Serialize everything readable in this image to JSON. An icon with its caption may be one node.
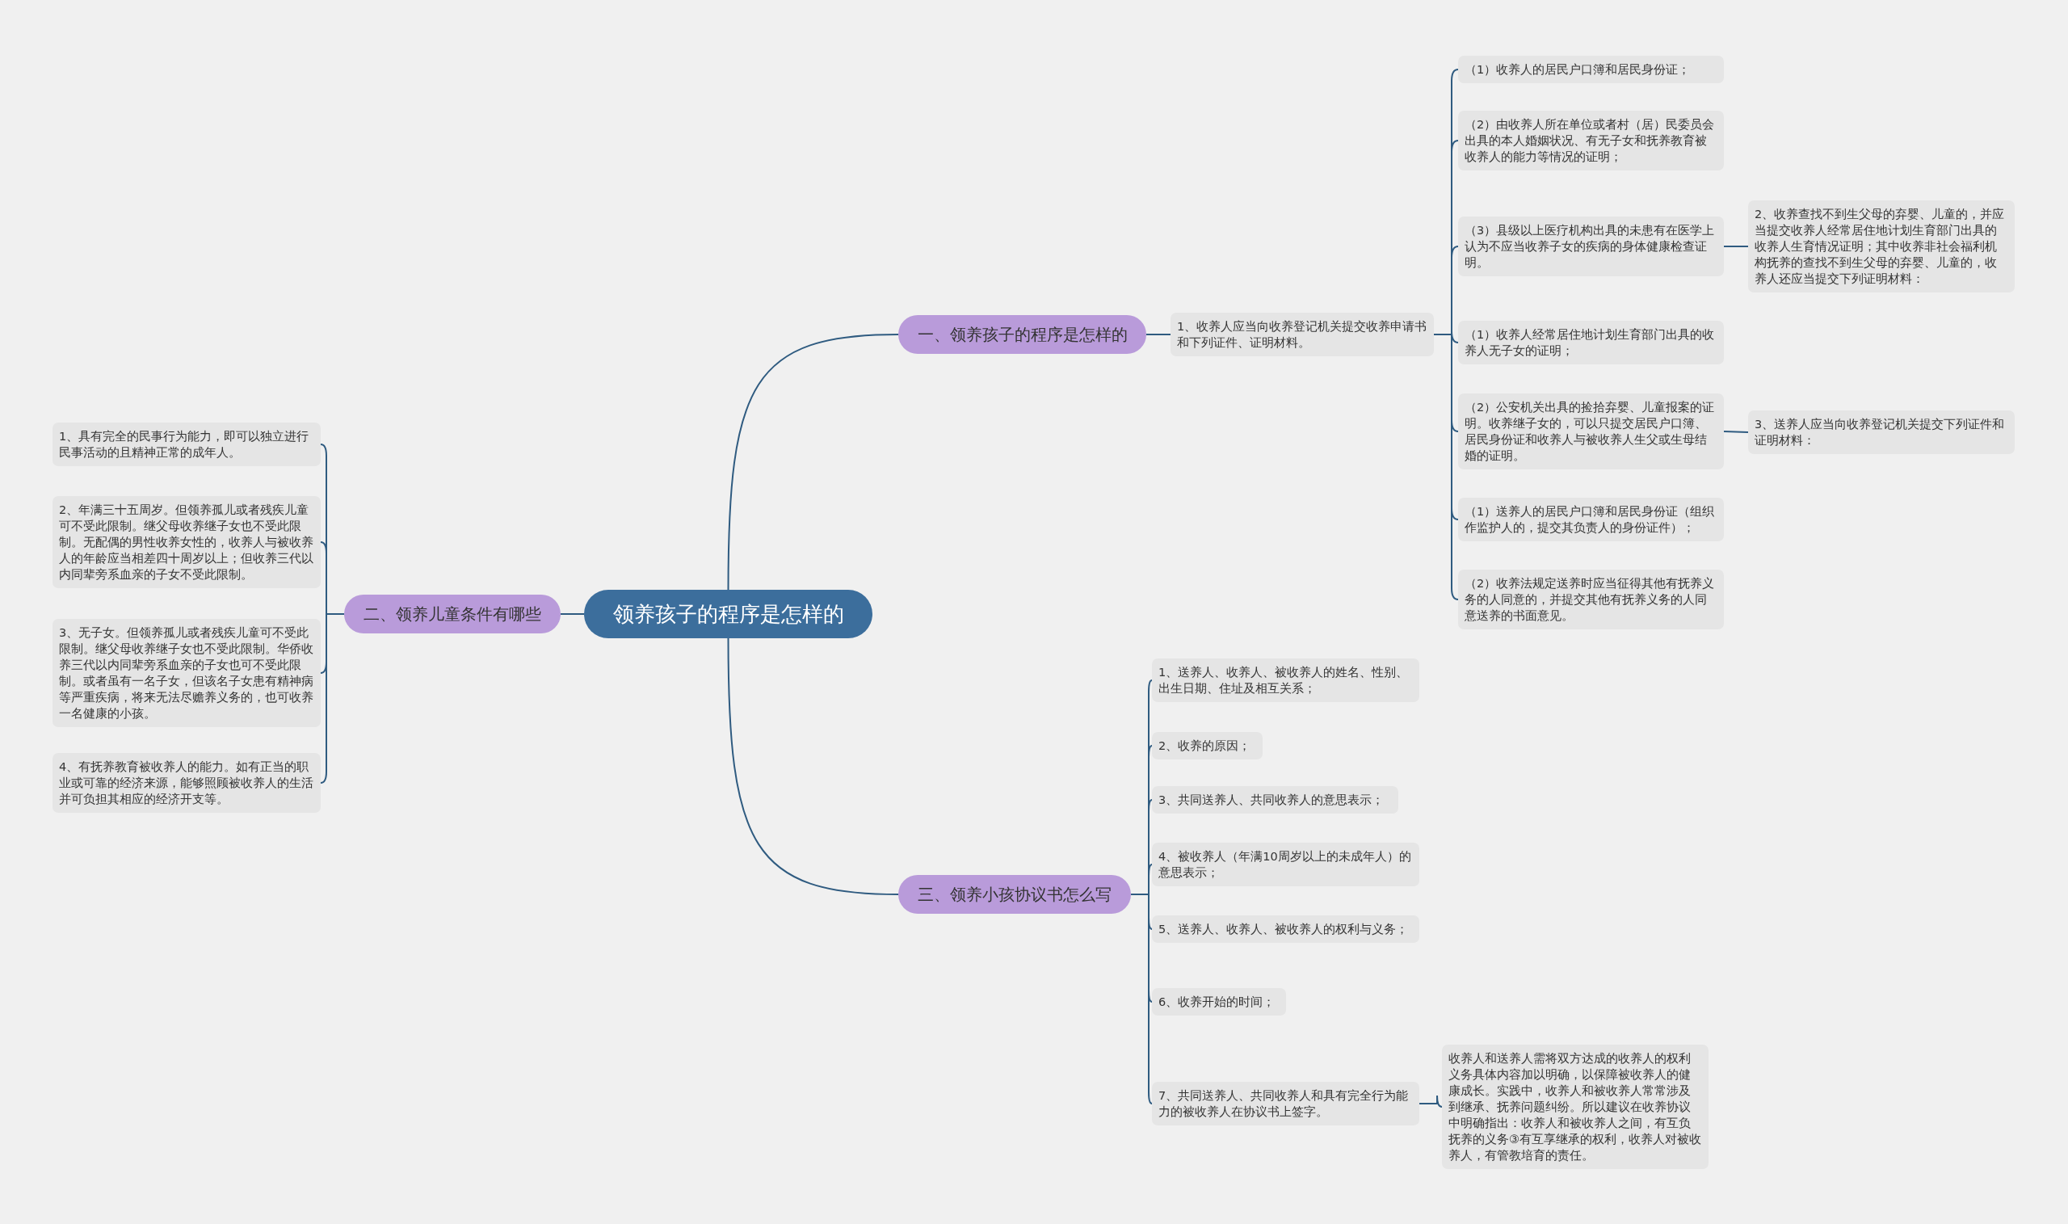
{
  "diagram": {
    "nodes": [
      {
        "text": [
          "领养孩子的程序是怎样的"
        ]
      },
      {
        "text": [
          "一、领养孩子的程序是怎样的"
        ]
      },
      {
        "text": [
          "1、收养人应当向收养登记机关提交收养申请书和下列证件、证明材料。"
        ]
      },
      {
        "text": [
          "（1）收养人的居民户口簿和居民身份证；"
        ]
      },
      {
        "text": [
          "（2）由收养人所在单位或者村（居）民委员会出具的本人婚姻状况、有无子女和抚养教育被收养人的能力等情况的证明；"
        ]
      },
      {
        "text": [
          "（3）县级以上医疗机构出具的未患有在医学上认为不应当收养子女的疾病的身体健康检查证明。"
        ]
      },
      {
        "text": [
          "（1）收养人经常居住地计划生育部门出具的收养人无子女的证明；"
        ]
      },
      {
        "text": [
          "（2）公安机关出具的捡拾弃婴、儿童报案的证明。收养继子女的，可以只提交居民户口簿、居民身份证和收养人与被收养人生父或生母结婚的证明。"
        ]
      },
      {
        "text": [
          "（1）送养人的居民户口簿和居民身份证（组织作监护人的，提交其负责人的身份证件）；"
        ]
      },
      {
        "text": [
          "（2）收养法规定送养时应当征得其他有抚养义务的人同意的，并提交其他有抚养义务的人同意送养的书面意见。"
        ]
      },
      {
        "text": [
          "2、收养查找不到生父母的弃婴、儿童的，并应当提交收养人经常居住地计划生育部门出具的收养人生育情况证明；其中收养非社会福利机构抚养的查找不到生父母的弃婴、儿童的，收养人还应当提交下列证明材料："
        ]
      },
      {
        "text": [
          "3、送养人应当向收养登记机关提交下列证件和证明材料："
        ]
      },
      {
        "text": [
          "二、领养儿童条件有哪些"
        ]
      },
      {
        "text": [
          "1、具有完全的民事行为能力，即可以独立进行民事活动的且精神正常的成年人。"
        ]
      },
      {
        "text": [
          "2、年满三十五周岁。但领养孤儿或者残疾儿童可不受此限制。继父母收养继子女也不受此限制。无配偶的男性收养女性的，收养人与被收养人的年龄应当相差四十周岁以上；但收养三代以内同辈旁系血亲的子女不受此限制。"
        ]
      },
      {
        "text": [
          "3、无子女。但领养孤儿或者残疾儿童可不受此限制。继父母收养继子女也不受此限制。华侨收养三代以内同辈旁系血亲的子女也可不受此限制。或者虽有一名子女，但该名子女患有精神病等严重疾病，将来无法尽赡养义务的，也可收养一名健康的小孩。"
        ]
      },
      {
        "text": [
          "4、有抚养教育被收养人的能力。如有正当的职业或可靠的经济来源，能够照顾被收养人的生活并可负担其相应的经济开支等。"
        ]
      },
      {
        "text": [
          "三、领养小孩协议书怎么写"
        ]
      },
      {
        "text": [
          "1、送养人、收养人、被收养人的姓名、性别、出生日期、住址及相互关系；"
        ]
      },
      {
        "text": [
          "2、收养的原因；"
        ]
      },
      {
        "text": [
          "3、共同送养人、共同收养人的意思表示；"
        ]
      },
      {
        "text": [
          "4、被收养人（年满10周岁以上的未成年人）的意思表示；"
        ]
      },
      {
        "text": [
          "5、送养人、收养人、被收养人的权利与义务；"
        ]
      },
      {
        "text": [
          "6、收养开始的时间；"
        ]
      },
      {
        "text": [
          "7、共同送养人、共同收养人和具有完全行为能力的被收养人在协议书上签字。"
        ]
      },
      {
        "text": [
          "收养人和送养人需将双方达成的收养人的权利义务具体内容加以明确，以保障被收养人的健康成长。实践中，收养人和被收养人常常涉及到继承、抚养问题纠纷。所以建议在收养协议中明确指出：收养人和被收养人之间，有互负抚养的义务③有互享继承的权利，收养人对被收养人，有管教培育的责任。"
        ]
      }
    ],
    "edges": [
      {
        "from": 0,
        "to": 1,
        "arrow": "none"
      },
      {
        "from": 0,
        "to": 12,
        "arrow": "none"
      },
      {
        "from": 0,
        "to": 17,
        "arrow": "none"
      },
      {
        "from": 1,
        "to": 2,
        "arrow": "none"
      },
      {
        "from": 2,
        "to": 3,
        "arrow": "none"
      },
      {
        "from": 2,
        "to": 4,
        "arrow": "none"
      },
      {
        "from": 2,
        "to": 5,
        "arrow": "none"
      },
      {
        "from": 2,
        "to": 6,
        "arrow": "none"
      },
      {
        "from": 2,
        "to": 7,
        "arrow": "none"
      },
      {
        "from": 2,
        "to": 8,
        "arrow": "none"
      },
      {
        "from": 2,
        "to": 9,
        "arrow": "none"
      },
      {
        "from": 5,
        "to": 10,
        "arrow": "none"
      },
      {
        "from": 7,
        "to": 11,
        "arrow": "none"
      },
      {
        "from": 12,
        "to": 13,
        "arrow": "none"
      },
      {
        "from": 12,
        "to": 14,
        "arrow": "none"
      },
      {
        "from": 12,
        "to": 15,
        "arrow": "none"
      },
      {
        "from": 12,
        "to": 16,
        "arrow": "none"
      },
      {
        "from": 17,
        "to": 18,
        "arrow": "none"
      },
      {
        "from": 17,
        "to": 19,
        "arrow": "none"
      },
      {
        "from": 17,
        "to": 20,
        "arrow": "none"
      },
      {
        "from": 17,
        "to": 21,
        "arrow": "none"
      },
      {
        "from": 17,
        "to": 22,
        "arrow": "none"
      },
      {
        "from": 17,
        "to": 23,
        "arrow": "none"
      },
      {
        "from": 17,
        "to": 24,
        "arrow": "none"
      },
      {
        "from": 24,
        "to": 25,
        "arrow": "none"
      }
    ]
  }
}
